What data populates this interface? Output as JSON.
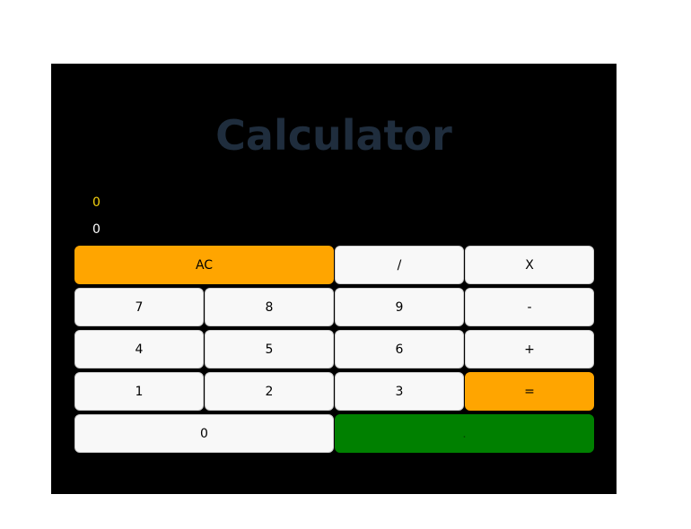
{
  "title": "Calculator",
  "display": {
    "previous": "0",
    "current": "0"
  },
  "keys": {
    "clear": "AC",
    "divide": "/",
    "multiply": "X",
    "seven": "7",
    "eight": "8",
    "nine": "9",
    "minus": "-",
    "four": "4",
    "five": "5",
    "six": "6",
    "plus": "+",
    "one": "1",
    "two": "2",
    "three": "3",
    "equals": "=",
    "zero": "0",
    "decimal": "."
  },
  "colors": {
    "background": "#000000",
    "title": "#1f2d3d",
    "previous_value": "#f5d20f",
    "current_value": "#ffffff",
    "key": "#f8f8f8",
    "accent_orange": "#ffa500",
    "accent_green": "#008000"
  }
}
